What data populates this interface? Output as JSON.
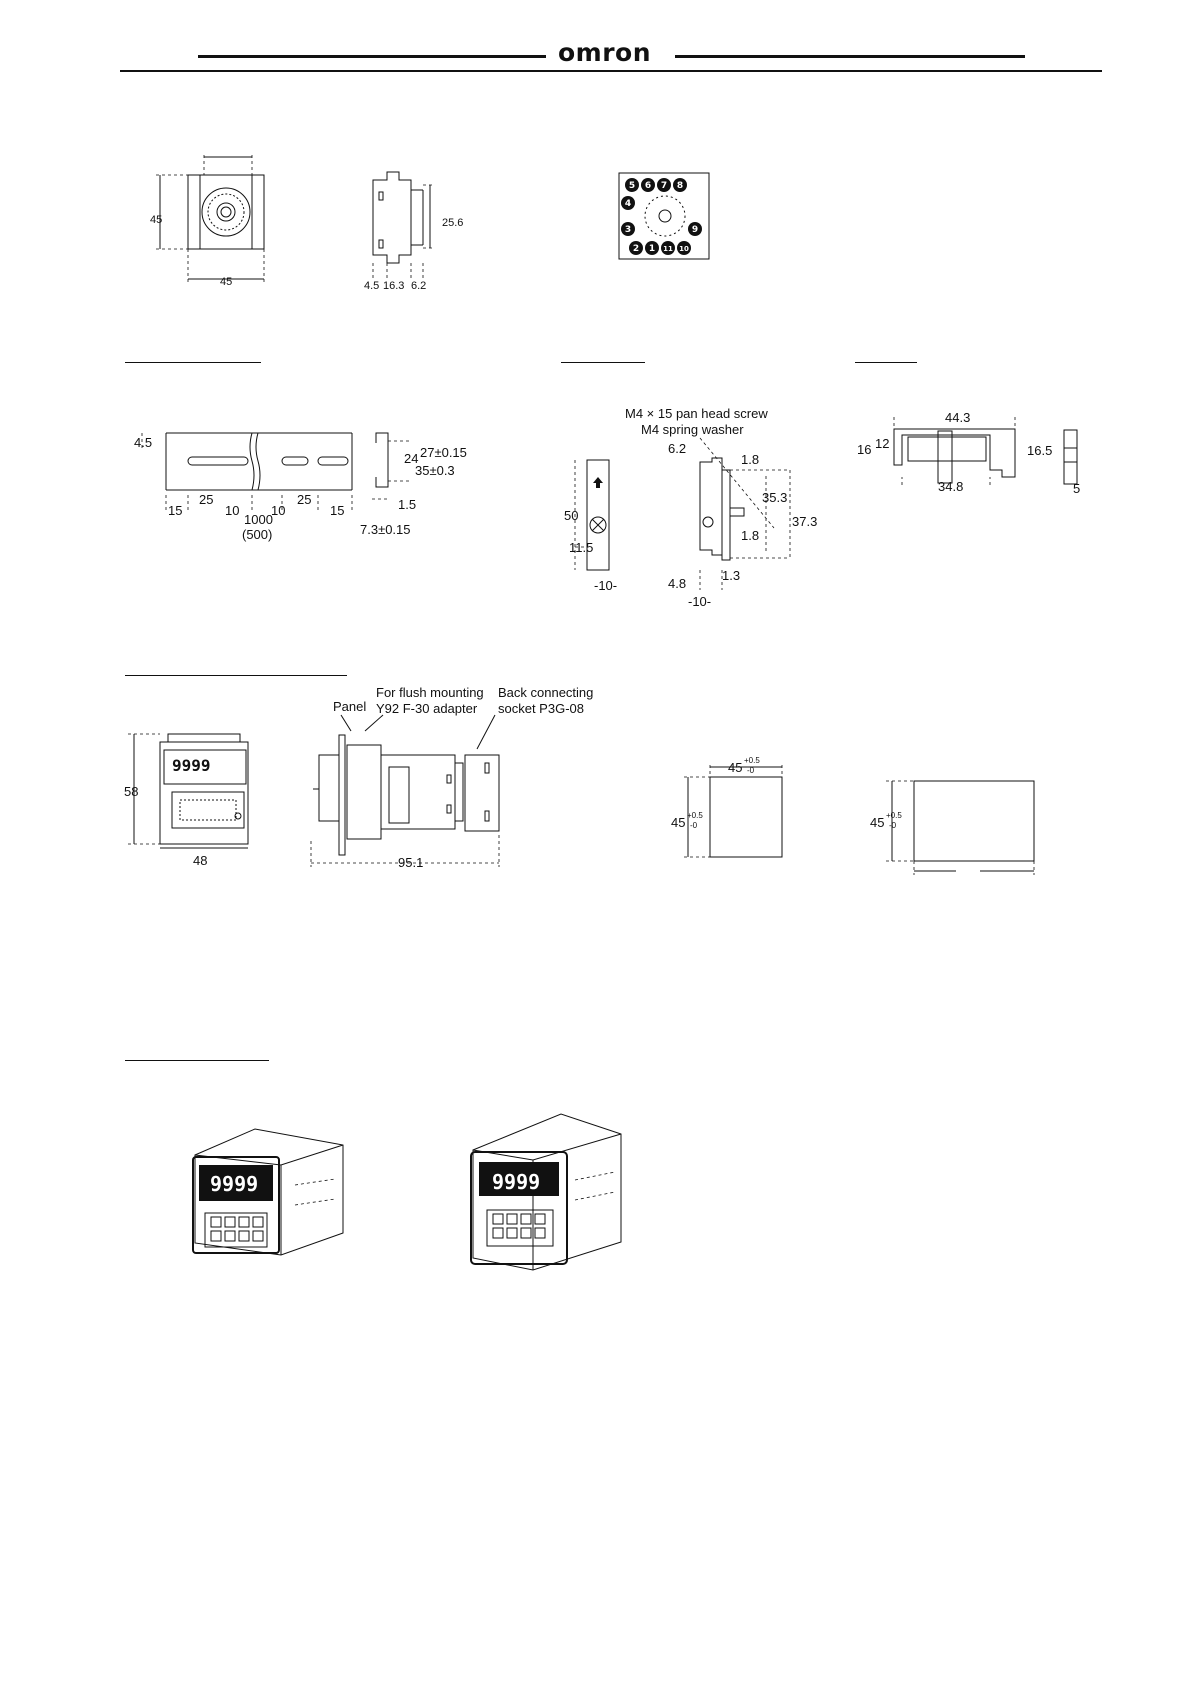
{
  "header": {
    "brand": "omron"
  },
  "socket_front": {
    "height": "45",
    "width": "45"
  },
  "socket_side": {
    "height": "25.6",
    "d1": "4.5",
    "d2": "16.3",
    "d3": "6.2"
  },
  "pinout": {
    "pins": [
      "5",
      "6",
      "7",
      "8",
      "4",
      "3",
      "9",
      "2",
      "1",
      "11",
      "10"
    ]
  },
  "din_rail": {
    "offset": "4.5",
    "seg_15a": "15",
    "seg_25a": "25",
    "seg_10a": "10",
    "seg_10b": "10",
    "seg_25b": "25",
    "seg_15b": "15",
    "length": "1000",
    "length_alt": "(500)",
    "h24": "24",
    "h27": "27±0.15",
    "h35": "35±0.3",
    "t15": "1.5",
    "w73": "7.3±0.15"
  },
  "end_plate": {
    "screw": "M4 × 15 pan head screw",
    "washer": "M4 spring washer",
    "h50": "50",
    "h115": "11.5",
    "w10a": "-10-",
    "d62": "6.2",
    "d18a": "1.8",
    "d353": "35.3",
    "d373": "37.3",
    "d18b": "1.8",
    "d48": "4.8",
    "d13": "1.3",
    "w10b": "-10-"
  },
  "spacer": {
    "w443": "44.3",
    "h16": "16",
    "h12": "12",
    "w348": "34.8",
    "h165": "16.5",
    "w5": "5"
  },
  "flush_mount": {
    "display": "9999",
    "h58": "58",
    "w48": "48",
    "panel": "Panel",
    "adapter_l1": "For flush mounting",
    "adapter_l2": "Y92 F-30 adapter",
    "socket_l1": "Back connecting",
    "socket_l2": "socket P3G-08",
    "depth": "95.1"
  },
  "cutout_single": {
    "w": "45",
    "w_tol_plus": "+0.5",
    "w_tol_minus": "-0",
    "h": "45",
    "h_tol_plus": "+0.5",
    "h_tol_minus": "-0"
  },
  "cutout_gang": {
    "h": "45",
    "h_tol_plus": "+0.5",
    "h_tol_minus": "-0"
  },
  "photos": {
    "display_a": "9999",
    "display_b": "9999"
  }
}
